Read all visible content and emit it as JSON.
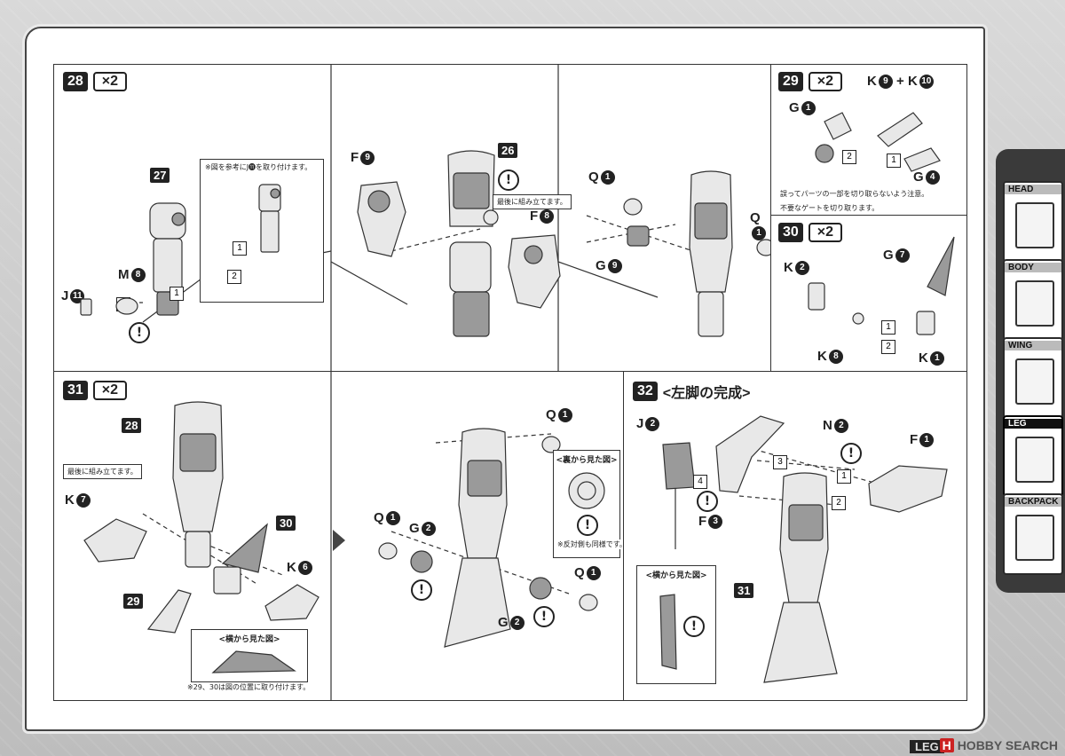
{
  "sidebar": {
    "tabs": [
      {
        "label": "HEAD",
        "active": false
      },
      {
        "label": "BODY",
        "active": false
      },
      {
        "label": "WING",
        "active": false
      },
      {
        "label": "LEG",
        "active": true
      },
      {
        "label": "BACKPACK",
        "active": false
      }
    ]
  },
  "steps": {
    "s28": {
      "num": "28",
      "mult": "×2",
      "note": "※図を参考にJ⓫を取り付けます。",
      "note_last": "最後に組み立てます。",
      "labels": {
        "j": "J",
        "j_n": "11",
        "m": "M",
        "m_n": "8",
        "f9": "F",
        "f9_n": "9",
        "f8": "F",
        "f8_n": "8",
        "q1a": "Q",
        "q1a_n": "1",
        "q1b": "Q",
        "q1b_n": "1",
        "g9": "G",
        "g9_n": "9"
      },
      "parts": [
        "27",
        "26"
      ]
    },
    "s29": {
      "num": "29",
      "mult": "×2",
      "labels": {
        "k": "K",
        "k_n": "9",
        "plus": "+",
        "k2": "K",
        "k2_n": "10",
        "g1": "G",
        "g1_n": "1",
        "g4": "G",
        "g4_n": "4"
      },
      "note1": "誤ってパーツの一部を切り取らないよう注意。",
      "note2": "不要なゲートを切り取ります。"
    },
    "s30": {
      "num": "30",
      "mult": "×2",
      "labels": {
        "k2": "K",
        "k2_n": "2",
        "g7": "G",
        "g7_n": "7",
        "k8": "K",
        "k8_n": "8",
        "k1": "K",
        "k1_n": "1"
      }
    },
    "s31": {
      "num": "31",
      "mult": "×2",
      "note_last": "最後に組み立てます。",
      "side_view": "<横から見た図>",
      "note_bottom": "※29、30は図の位置に取り付けます。",
      "back_view": "<裏から見た図>",
      "back_note": "※反対側も同様です。",
      "labels": {
        "k7": "K",
        "k7_n": "7",
        "k6": "K",
        "k6_n": "6",
        "q1a": "Q",
        "q1a_n": "1",
        "g2a": "G",
        "g2a_n": "2",
        "q1b": "Q",
        "q1b_n": "1",
        "q1c": "Q",
        "q1c_n": "1",
        "g2b": "G",
        "g2b_n": "2"
      },
      "parts": [
        "28",
        "30",
        "29"
      ]
    },
    "s32": {
      "num": "32",
      "title": "<左脚の完成>",
      "side_view": "<横から見た図>",
      "labels": {
        "j2": "J",
        "j2_n": "2",
        "n2": "N",
        "n2_n": "2",
        "f1": "F",
        "f1_n": "1",
        "f3": "F",
        "f3_n": "3"
      },
      "parts": [
        "31"
      ]
    }
  },
  "seq": {
    "one": "1",
    "two": "2",
    "three": "3",
    "four": "4"
  },
  "warning_mark": "!",
  "watermark": {
    "badge": "H",
    "text": "HOBBY SEARCH"
  },
  "page_number": "LEG"
}
